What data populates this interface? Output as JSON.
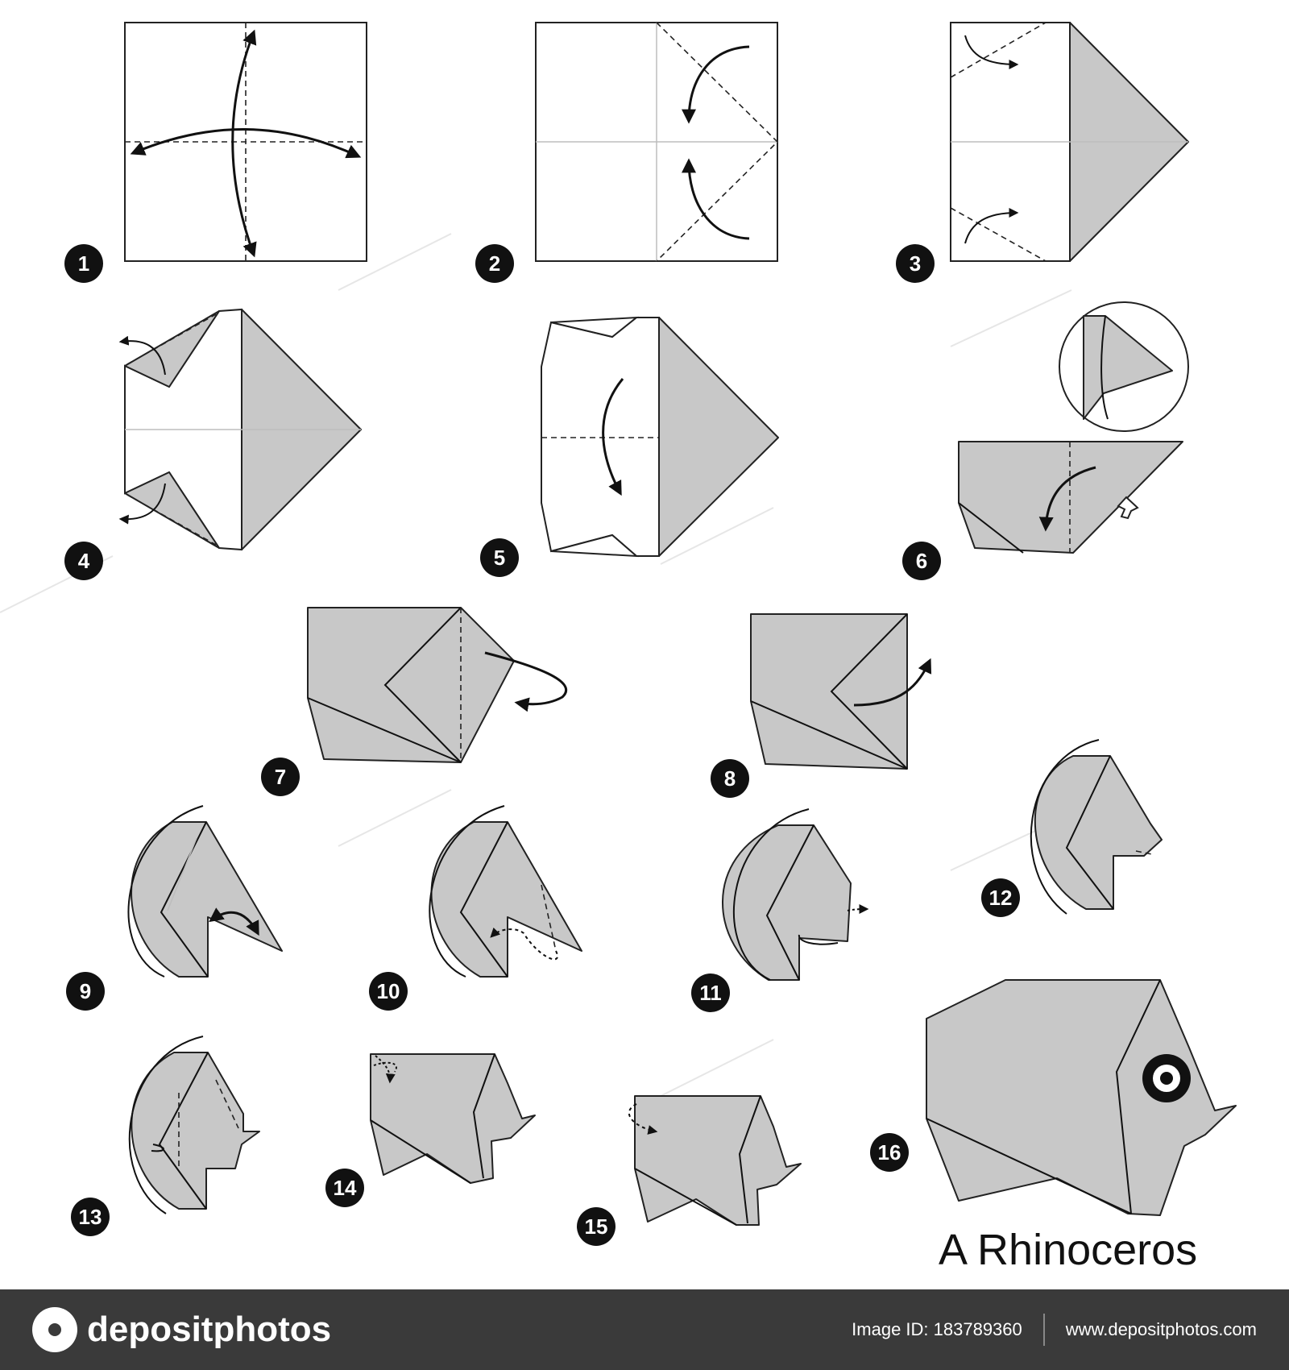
{
  "title": "A Rhinoceros",
  "steps": [
    "1",
    "2",
    "3",
    "4",
    "5",
    "6",
    "7",
    "8",
    "9",
    "10",
    "11",
    "12",
    "13",
    "14",
    "15",
    "16"
  ],
  "footer": {
    "brand": "depositphotos",
    "image_id": "Image ID: 183789360",
    "url": "www.depositphotos.com"
  },
  "colors": {
    "paper_grey": "#c8c8c8",
    "line": "#222222",
    "footer_bg": "#3a3a3a"
  }
}
